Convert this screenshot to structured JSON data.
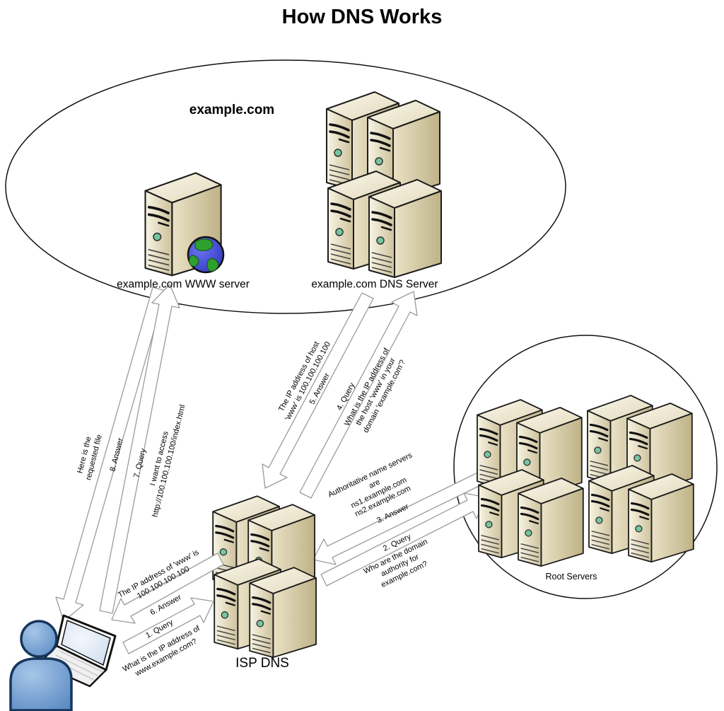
{
  "title": "How DNS Works",
  "diagram": {
    "example_zone": {
      "label": "example.com",
      "www_server_caption": "example.com WWW server",
      "dns_server_caption": "example.com DNS Server"
    },
    "root_zone": {
      "caption": "Root Servers"
    },
    "isp": {
      "caption": "ISP DNS"
    },
    "messages": {
      "step1": {
        "label": "1. Query",
        "text": "What is the IP address of\nwww.example.com?"
      },
      "step2": {
        "label": "2. Query",
        "text": "Who are the domain\nauthority for\nexample.com?"
      },
      "step3": {
        "label": "3. Answer",
        "text": "Authoritative name servers\nare\nns1.example.com\nns2.example.com"
      },
      "step4": {
        "label": "4. Query",
        "text": "What is the IP address of\nthe host 'www' in your\ndomain 'example.com'?"
      },
      "step5": {
        "label": "5. Answer",
        "text": "The IP address of host\n'www' is 100.100.100.100"
      },
      "step6": {
        "label": "6. Answer",
        "text": "The IP address of 'www' is\n100.100.100.100"
      },
      "step7": {
        "label": "7. Query",
        "text": "I want to access\nhttp://100.100.100.100/index.html"
      },
      "step8": {
        "label": "8. Answer",
        "text": "Here is the\nrequested file"
      }
    },
    "colors": {
      "server_beige": "#d8cda6",
      "led_green": "#74c6a0",
      "user_blue": "#6d9cd1",
      "globe_blue": "#3b43d6",
      "globe_green": "#2da02d",
      "outline_black": "#1c1c1c",
      "arrow_outline": "#9b9b9b"
    }
  }
}
